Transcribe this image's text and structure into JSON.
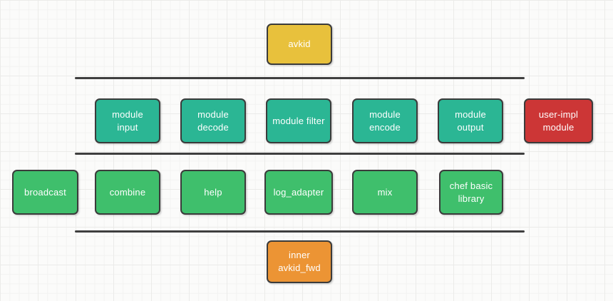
{
  "colors": {
    "yellow": "#e8c13c",
    "teal": "#2bb694",
    "red": "#cc3636",
    "green": "#3fbf6c",
    "orange": "#ec9434",
    "divider": "#3f3f3f"
  },
  "diagram": {
    "divider_color": "divider",
    "rows": [
      {
        "nodes": [
          {
            "id": "avkid",
            "label": "avkid",
            "color": "yellow"
          }
        ]
      },
      {
        "nodes": [
          {
            "id": "module-input",
            "label": "module input",
            "color": "teal"
          },
          {
            "id": "module-decode",
            "label": "module decode",
            "color": "teal"
          },
          {
            "id": "module-filter",
            "label": "module filter",
            "color": "teal"
          },
          {
            "id": "module-encode",
            "label": "module encode",
            "color": "teal"
          },
          {
            "id": "module-output",
            "label": "module output",
            "color": "teal"
          },
          {
            "id": "user-impl-module",
            "label": "user-impl module",
            "color": "red"
          }
        ]
      },
      {
        "nodes": [
          {
            "id": "broadcast",
            "label": "broadcast",
            "color": "green"
          },
          {
            "id": "combine",
            "label": "combine",
            "color": "green"
          },
          {
            "id": "help",
            "label": "help",
            "color": "green"
          },
          {
            "id": "log_adapter",
            "label": "log_adapter",
            "color": "green"
          },
          {
            "id": "mix",
            "label": "mix",
            "color": "green"
          },
          {
            "id": "chef-basic-library",
            "label": "chef basic library",
            "color": "green"
          }
        ]
      },
      {
        "nodes": [
          {
            "id": "inner-avkid_fwd",
            "label": "inner avkid_fwd",
            "color": "orange"
          }
        ]
      }
    ]
  }
}
